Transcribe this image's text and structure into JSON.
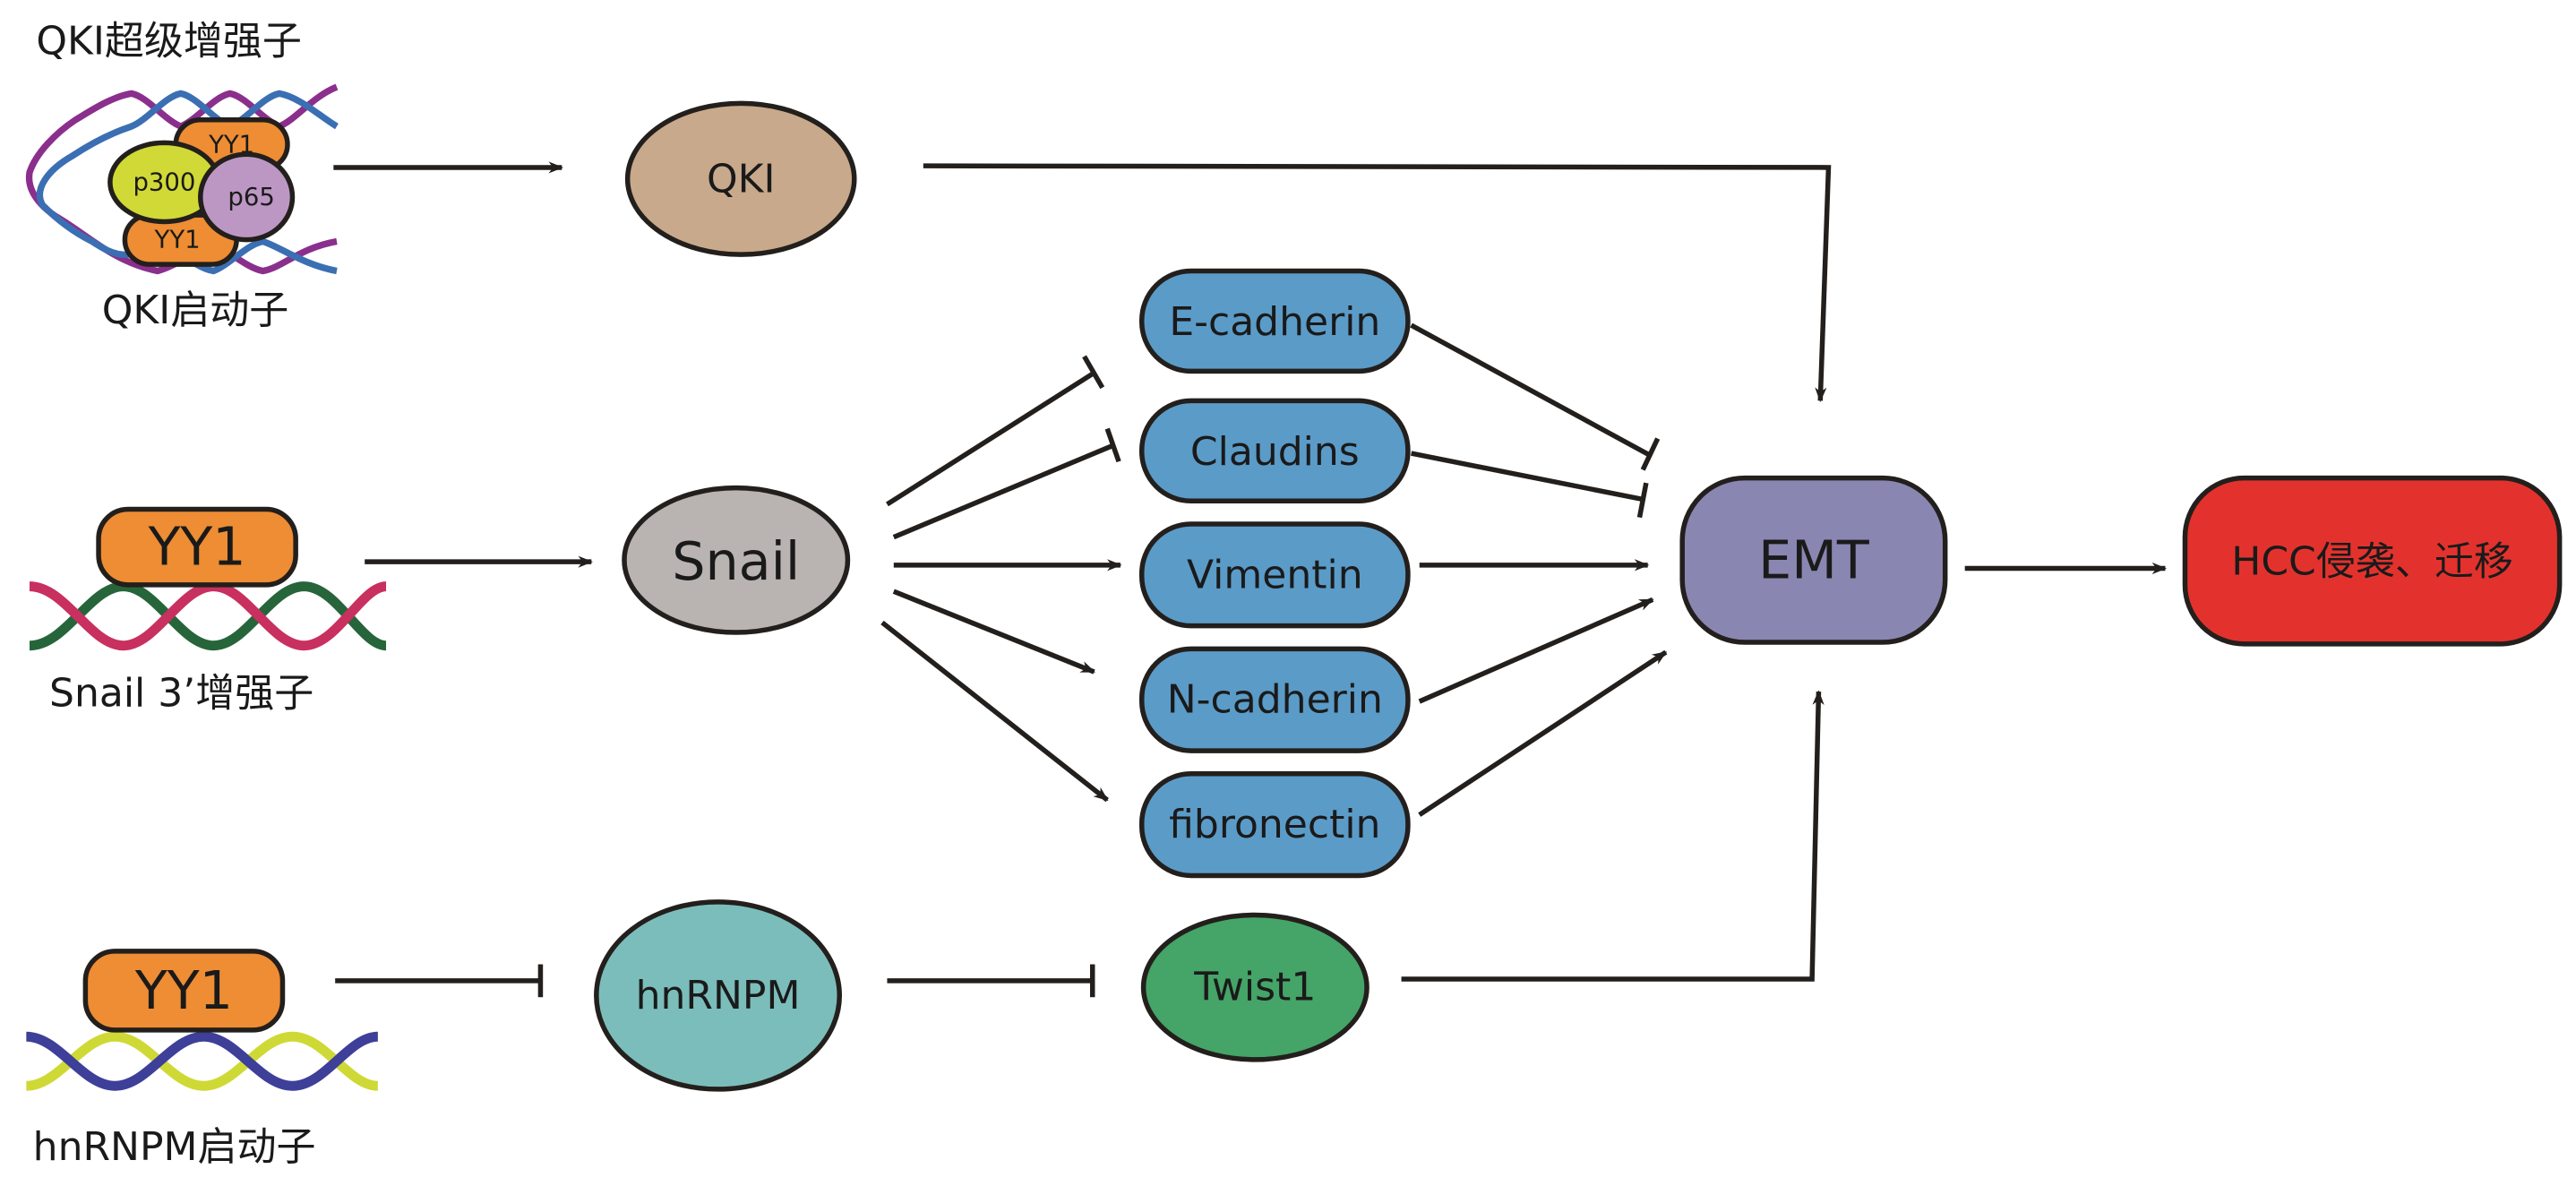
{
  "figure": {
    "nodes": {
      "qki": {
        "label": "QKI",
        "color": "#c8a98c"
      },
      "snail": {
        "label": "Snail",
        "color": "#b9b3b1"
      },
      "hnrnpm": {
        "label": "hnRNPM",
        "color": "#7bbdbb"
      },
      "e_cadherin": {
        "label": "E-cadherin",
        "color": "#5b9bc8"
      },
      "claudins": {
        "label": "Claudins",
        "color": "#5b9bc8"
      },
      "vimentin": {
        "label": "Vimentin",
        "color": "#5b9bc8"
      },
      "n_cadherin": {
        "label": "N-cadherin",
        "color": "#5b9bc8"
      },
      "fibronectin": {
        "label": "fibronectin",
        "color": "#5b9bc8"
      },
      "twist1": {
        "label": "Twist1",
        "color": "#45a467"
      },
      "emt": {
        "label": "EMT",
        "color": "#8a86b2"
      },
      "hcc": {
        "label": "HCC侵袭、迁移",
        "color": "#e3322d"
      }
    },
    "regulators": {
      "qki_enhancer": {
        "title": "QKI超级增强子",
        "caption": "QKI启动子",
        "proteins": [
          {
            "label": "YY1",
            "color": "#ee8d33"
          },
          {
            "label": "p300",
            "color": "#d1d936"
          },
          {
            "label": "p65",
            "color": "#bc97c4"
          },
          {
            "label": "YY1",
            "color": "#ee8d33"
          }
        ],
        "dna_colors": [
          "#8b2f8d",
          "#3b6fb3"
        ]
      },
      "snail_enhancer": {
        "protein": {
          "label": "YY1",
          "color": "#ee8d33"
        },
        "caption": "Snail 3’增强子",
        "dna_colors": [
          "#c8305f",
          "#26653a"
        ]
      },
      "hnrnpm_promoter": {
        "protein": {
          "label": "YY1",
          "color": "#ee8d33"
        },
        "caption": "hnRNPM启动子",
        "dna_colors": [
          "#3d3f98",
          "#cfd935"
        ]
      }
    },
    "edges": [
      {
        "from": "QKI超级增强子",
        "to": "QKI",
        "type": "activation"
      },
      {
        "from": "QKI",
        "to": "EMT",
        "type": "activation"
      },
      {
        "from": "YY1 (Snail 3’增强子)",
        "to": "Snail",
        "type": "activation"
      },
      {
        "from": "Snail",
        "to": "E-cadherin",
        "type": "inhibition"
      },
      {
        "from": "Snail",
        "to": "Claudins",
        "type": "inhibition"
      },
      {
        "from": "Snail",
        "to": "Vimentin",
        "type": "activation"
      },
      {
        "from": "Snail",
        "to": "N-cadherin",
        "type": "activation"
      },
      {
        "from": "Snail",
        "to": "fibronectin",
        "type": "activation"
      },
      {
        "from": "E-cadherin",
        "to": "EMT",
        "type": "inhibition"
      },
      {
        "from": "Claudins",
        "to": "EMT",
        "type": "inhibition"
      },
      {
        "from": "Vimentin",
        "to": "EMT",
        "type": "activation"
      },
      {
        "from": "N-cadherin",
        "to": "EMT",
        "type": "activation"
      },
      {
        "from": "fibronectin",
        "to": "EMT",
        "type": "activation"
      },
      {
        "from": "YY1 (hnRNPM启动子)",
        "to": "hnRNPM",
        "type": "inhibition"
      },
      {
        "from": "hnRNPM",
        "to": "Twist1",
        "type": "inhibition"
      },
      {
        "from": "Twist1",
        "to": "EMT",
        "type": "activation"
      },
      {
        "from": "EMT",
        "to": "HCC侵袭、迁移",
        "type": "activation"
      }
    ]
  }
}
